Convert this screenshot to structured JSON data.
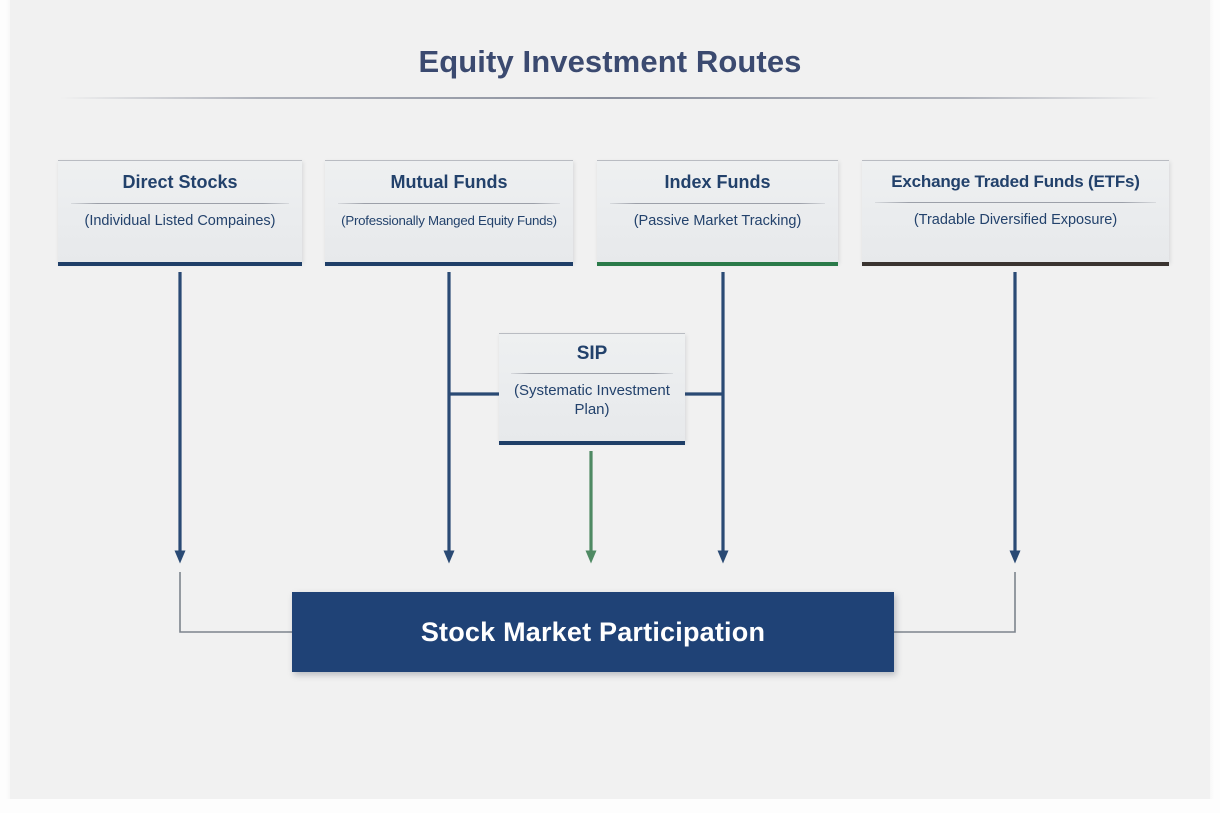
{
  "header": {
    "title": "Equity Investment Routes"
  },
  "routes": [
    {
      "id": "direct-stocks",
      "title": "Direct Stocks",
      "subtitle": "(Individual Listed Compaines)",
      "accent": "#1f3f68"
    },
    {
      "id": "mutual-funds",
      "title": "Mutual Funds",
      "subtitle": "(Professionally Manged Equity Funds)",
      "accent": "#1f3f68"
    },
    {
      "id": "index-funds",
      "title": "Index Funds",
      "subtitle": "(Passive Market Tracking)",
      "accent": "#2a7a49"
    },
    {
      "id": "exchange-traded-funds",
      "title": "Exchange Traded Funds (ETFs)",
      "subtitle": "(Tradable Diversified Exposure)",
      "accent": "#3a3430"
    }
  ],
  "sip": {
    "id": "sip",
    "title": "SIP",
    "subtitle": "(Systematic Investment Plan)",
    "accent": "#1f3f68"
  },
  "result": {
    "id": "stock-market-participation",
    "label": "Stock Market Participation",
    "background": "#1f4276",
    "text_color": "#ffffff"
  },
  "colors": {
    "page_background": "#f1f1f1",
    "title_text": "#3b4a70",
    "card_background": "#eaecee",
    "card_title_text": "#22416b",
    "card_subtitle_text": "#23426c",
    "arrow_blue": "#2c4straight",
    "arrow_navy": "#2a4a74",
    "arrow_green": "#4f8a63",
    "elbow_line": "#7d848d"
  },
  "connections": [
    {
      "from": "direct-stocks",
      "to": "stock-market-participation",
      "color": "#2a4a74",
      "style": "arrow-then-elbow"
    },
    {
      "from": "mutual-funds",
      "to": "stock-market-participation",
      "color": "#2a4a74",
      "style": "straight-arrow"
    },
    {
      "from": "sip",
      "to": "stock-market-participation",
      "color": "#4f8a63",
      "style": "straight-arrow"
    },
    {
      "from": "index-funds",
      "to": "stock-market-participation",
      "color": "#2a4a74",
      "style": "straight-arrow"
    },
    {
      "from": "exchange-traded-funds",
      "to": "stock-market-participation",
      "color": "#2a4a74",
      "style": "arrow-then-elbow"
    },
    {
      "from": "mutual-funds",
      "to": "sip",
      "color": "#2a4a74",
      "style": "horizontal-stub"
    },
    {
      "from": "index-funds",
      "to": "sip",
      "color": "#2a4a74",
      "style": "horizontal-stub"
    }
  ]
}
